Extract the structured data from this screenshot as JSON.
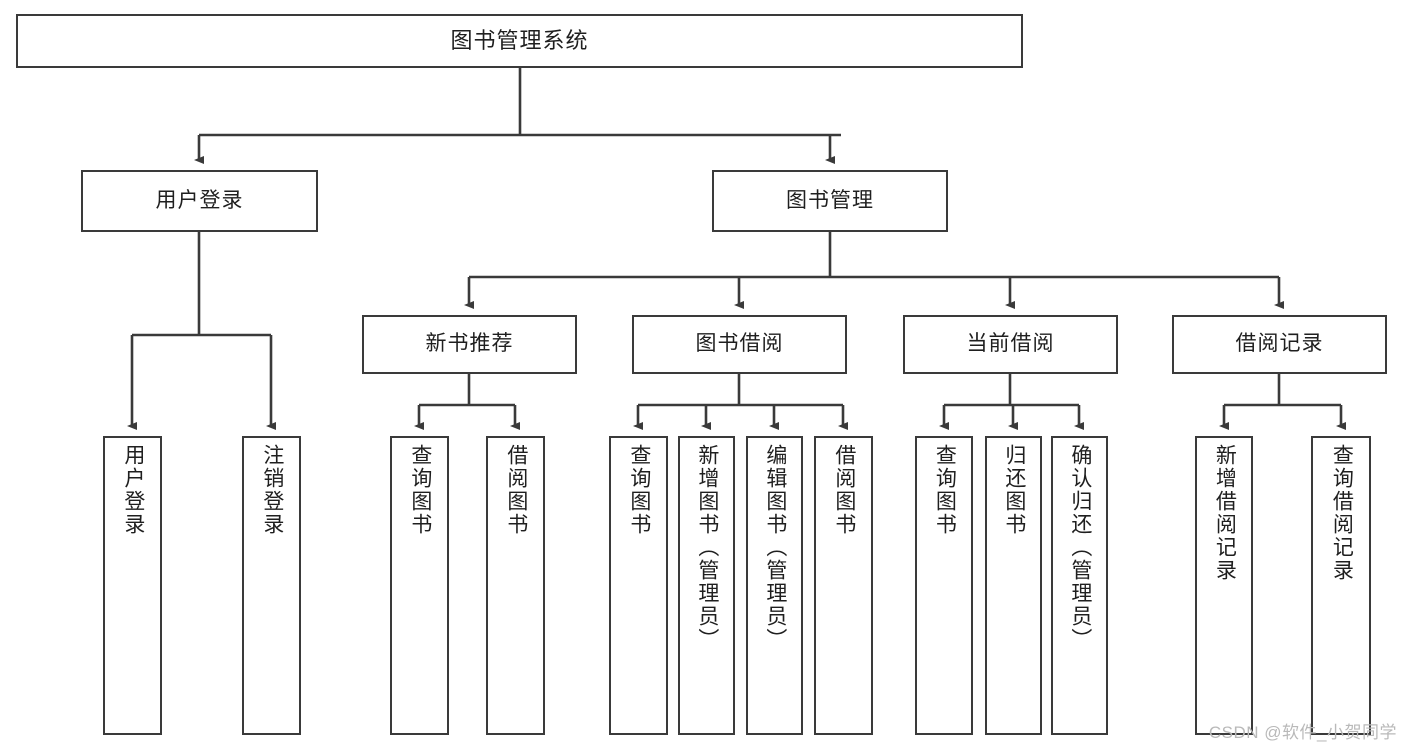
{
  "diagram": {
    "title": "图书管理系统",
    "type": "tree",
    "root": {
      "label": "图书管理系统"
    },
    "level1": [
      {
        "label": "用户登录"
      },
      {
        "label": "图书管理"
      }
    ],
    "level2": [
      {
        "label": "新书推荐"
      },
      {
        "label": "图书借阅"
      },
      {
        "label": "当前借阅"
      },
      {
        "label": "借阅记录"
      }
    ],
    "leaves": {
      "user_login": [
        {
          "label": "用户登录"
        },
        {
          "label": "注销登录"
        }
      ],
      "new_book_recommend": [
        {
          "label": "查询图书"
        },
        {
          "label": "借阅图书"
        }
      ],
      "book_borrow": [
        {
          "label": "查询图书"
        },
        {
          "label": "新增图书（管理员）"
        },
        {
          "label": "编辑图书（管理员）"
        },
        {
          "label": "借阅图书"
        }
      ],
      "current_borrow": [
        {
          "label": "查询图书"
        },
        {
          "label": "归还图书"
        },
        {
          "label": "确认归还（管理员）"
        }
      ],
      "borrow_records": [
        {
          "label": "新增借阅记录"
        },
        {
          "label": "查询借阅记录"
        }
      ]
    },
    "colors": {
      "border": "#3a3a3a",
      "text": "#1f1f1f",
      "background": "#ffffff",
      "watermark": "#b9b9b9"
    }
  },
  "watermark": {
    "text": "CSDN @软件_小贺同学"
  }
}
